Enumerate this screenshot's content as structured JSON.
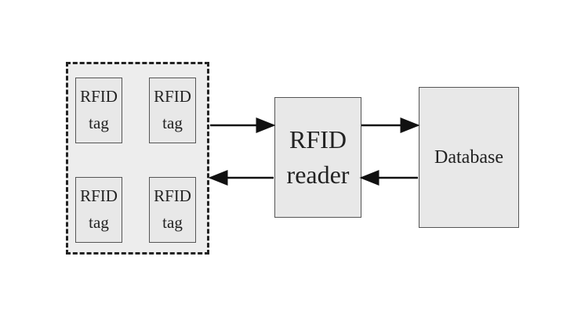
{
  "tags": [
    {
      "line1": "RFID",
      "line2": "tag"
    },
    {
      "line1": "RFID",
      "line2": "tag"
    },
    {
      "line1": "RFID",
      "line2": "tag"
    },
    {
      "line1": "RFID",
      "line2": "tag"
    }
  ],
  "reader": {
    "line1": "RFID",
    "line2": "reader"
  },
  "database": {
    "label": "Database"
  }
}
